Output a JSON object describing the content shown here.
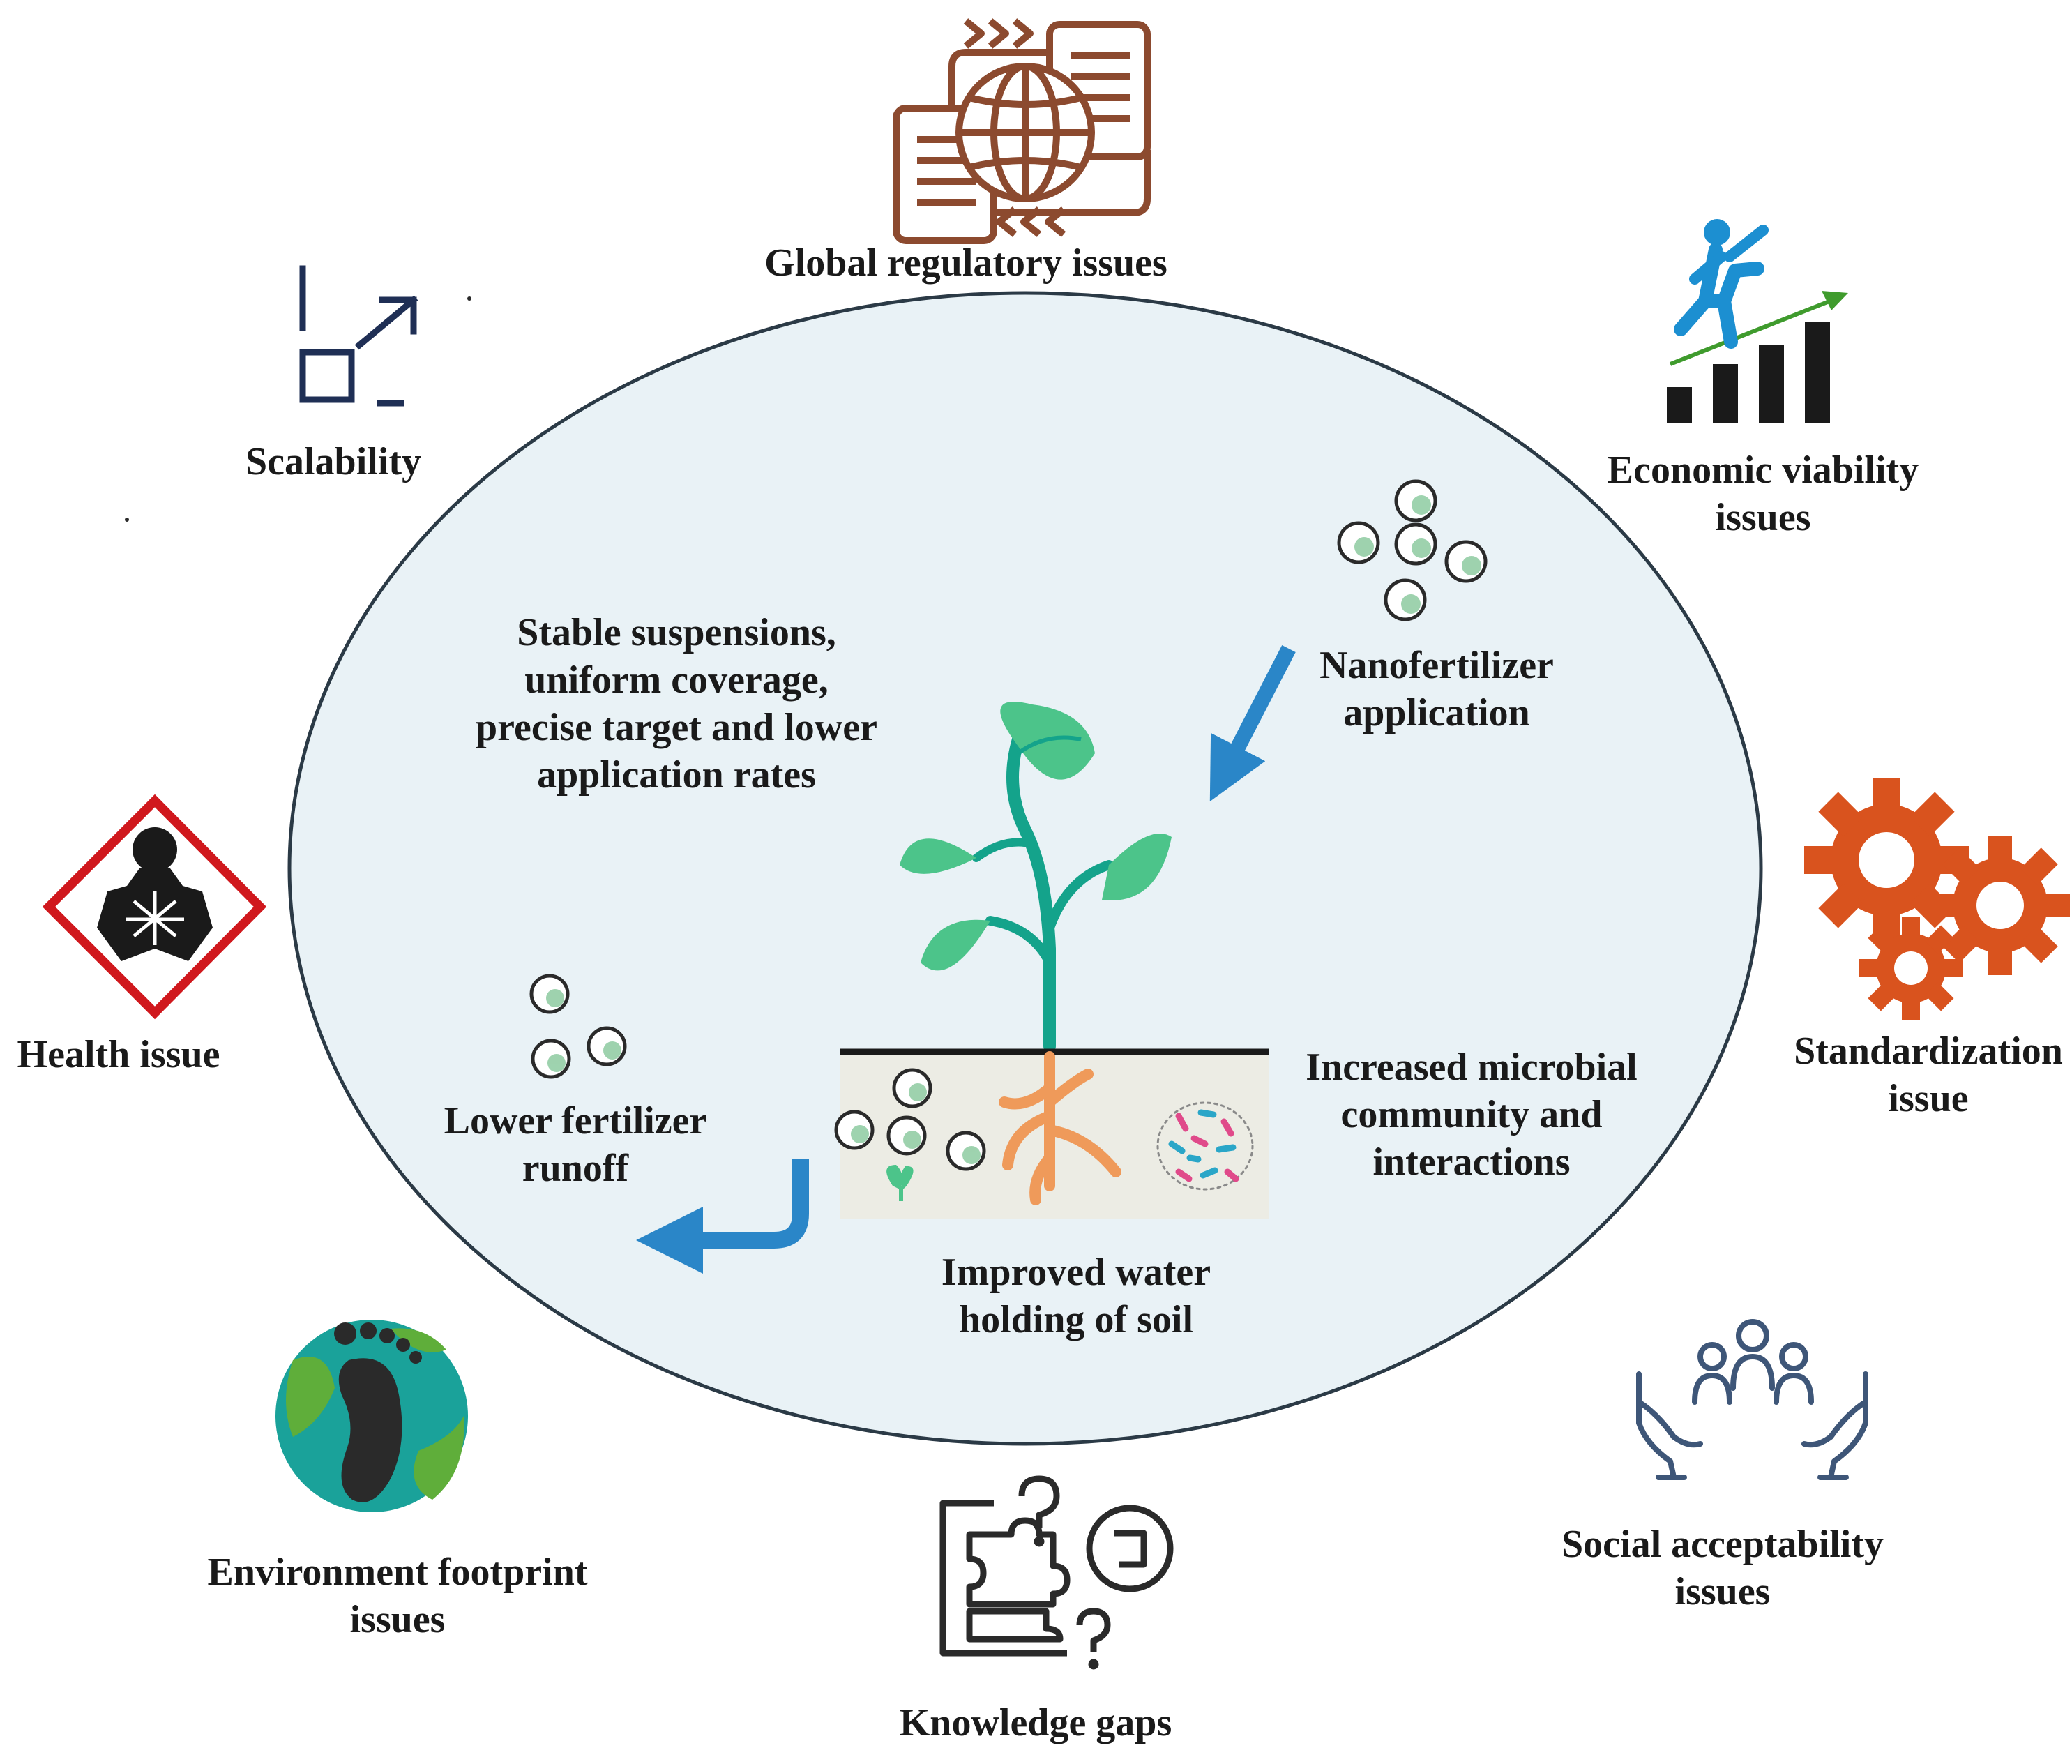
{
  "outer_labels": {
    "global_regulatory": [
      "Global regulatory issues"
    ],
    "scalability": [
      "Scalability"
    ],
    "economic_viability": [
      "Economic viability",
      "issues"
    ],
    "health": [
      "Health issue"
    ],
    "standardization": [
      "Standardization",
      "issue"
    ],
    "environment_footprint": [
      "Environment footprint",
      "issues"
    ],
    "knowledge_gaps": [
      "Knowledge gaps"
    ],
    "social_acceptability": [
      "Social acceptability",
      "issues"
    ]
  },
  "inner_labels": {
    "stable_suspensions": [
      "Stable suspensions,",
      "uniform coverage,",
      "precise target and lower",
      "application rates"
    ],
    "nanofertilizer": [
      "Nanofertilizer",
      "application"
    ],
    "lower_runoff": [
      "Lower fertilizer",
      "runoff"
    ],
    "microbial": [
      "Increased microbial",
      "community and",
      "interactions"
    ],
    "water_holding": [
      "Improved water",
      "holding of soil"
    ]
  },
  "colors": {
    "ellipse_fill": "#e9f2f6",
    "ellipse_stroke": "#2b3a46",
    "regulatory_brown": "#8c4a2f",
    "scalability_navy": "#1f2f55",
    "economic_blue": "#1c8fd1",
    "economic_green": "#3f9b2d",
    "health_red": "#d0181d",
    "gear_orange": "#d9531e",
    "earth_teal": "#1aa29a",
    "earth_green": "#5fae3a",
    "social_navy": "#3e5678",
    "knowledge_dark": "#2a2a2a",
    "leaf_green": "#4cc48a",
    "stem_teal": "#14a38b",
    "root_orange": "#ef9a5a",
    "arrow_blue": "#2a86c8",
    "soil_bg": "#ecece4"
  },
  "icons": {
    "regulatory": "globe-documents-icon",
    "scalability": "resize-arrow-icon",
    "economic": "person-climbing-bars-icon",
    "health": "health-hazard-icon",
    "standardization": "gears-icon",
    "environment": "earth-footprint-icon",
    "knowledge": "puzzle-question-icon",
    "social": "hands-people-icon",
    "nanoparticles": "nanoparticle-cluster-icon",
    "plant": "plant-seedling-icon",
    "microbes": "microbes-icon"
  }
}
